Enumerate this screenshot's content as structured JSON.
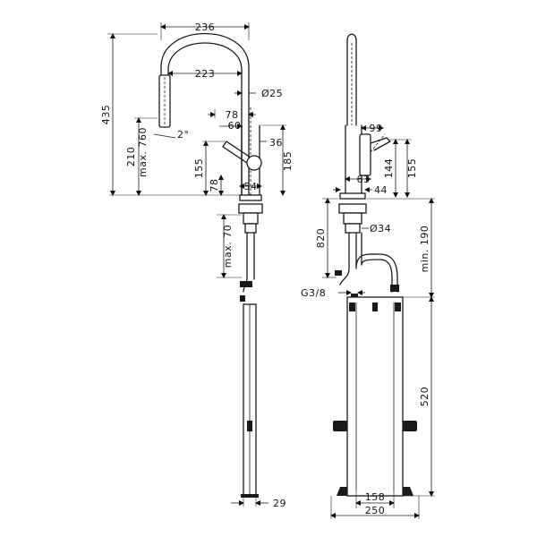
{
  "dimensions": {
    "front": {
      "reach_outer": "236",
      "reach_inner": "223",
      "spout_dia": "Ø25",
      "total_height": "435",
      "handle_offset_78": "78",
      "handle_offset_60": "60",
      "spray_height": "210",
      "spray_max": "max. 760",
      "spray_angle": "2°",
      "handle_36": "36",
      "lever_height": "155",
      "lever_185": "185",
      "base_78": "78",
      "base_54": "54",
      "hose_max": "max. 70",
      "bottom_29": "29"
    },
    "side": {
      "width_99": "99",
      "depth_63": "63",
      "base_44": "44",
      "height_144": "144",
      "height_155": "155",
      "shank_820": "820",
      "shank_dia": "Ø34",
      "min_190": "min. 190",
      "thread": "G3/8",
      "box_520": "520",
      "box_158": "158",
      "box_250": "250"
    }
  }
}
